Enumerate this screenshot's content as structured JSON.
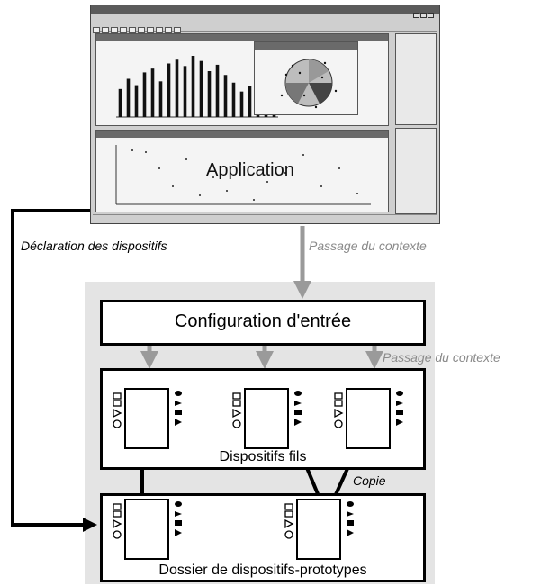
{
  "application": {
    "label": "Application"
  },
  "arrows": {
    "declaration_label": "Déclaration des dispositifs",
    "context_label_top": "Passage du contexte",
    "context_label_right": "Passage du contexte",
    "copie_label": "Copie"
  },
  "boxes": {
    "configuration": "Configuration d'entrée",
    "dispositifs_fils": "Dispositifs fils",
    "prototypes": "Dossier de dispositifs-prototypes"
  },
  "colors": {
    "arrow_black": "#000000",
    "arrow_grey": "#9a9a9a",
    "panel_grey": "#e4e4e4"
  },
  "chart_data": {
    "type": "bar",
    "values": [
      22,
      30,
      25,
      35,
      38,
      28,
      42,
      45,
      40,
      48,
      44,
      36,
      41,
      33,
      27,
      20,
      24,
      18,
      30,
      26
    ]
  }
}
